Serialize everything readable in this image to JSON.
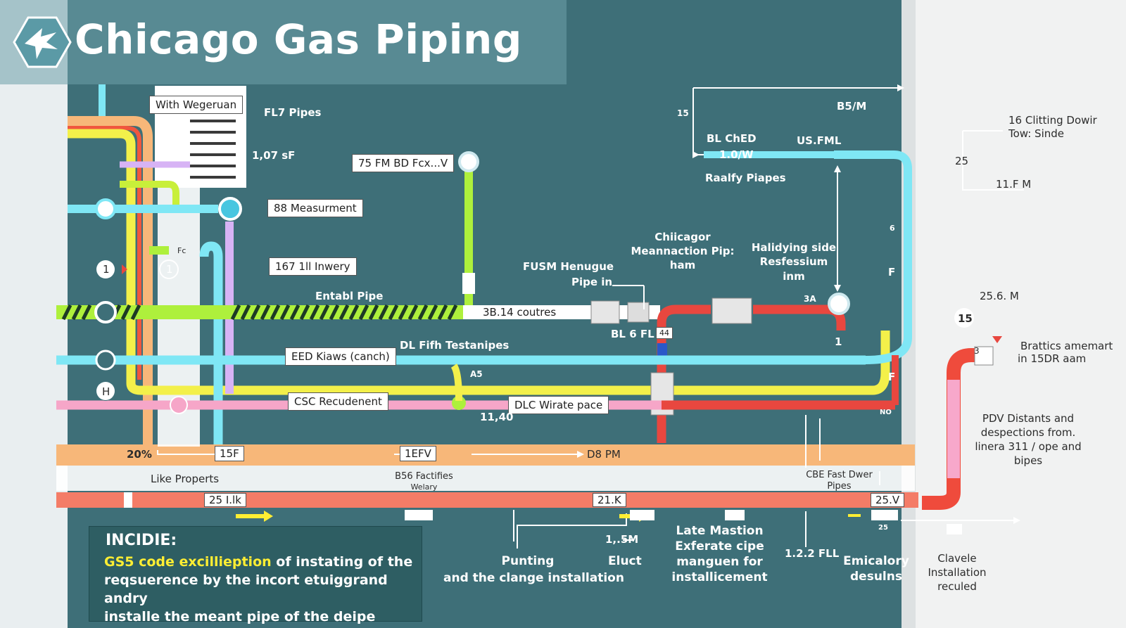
{
  "title": "Chicago Gas Piping",
  "colors": {
    "background": "#3e6f78",
    "cyan_pipe": "#7fe7f5",
    "green_pipe": "#aef03c",
    "yellow_pipe": "#f3f04a",
    "pink_pipe": "#f6a6c8",
    "red_pipe": "#e8473f",
    "orange_pipe": "#f7b779",
    "salmon_pipe": "#f47c67",
    "highlight_text": "#ffee33"
  },
  "labels": {
    "with_wegeruan": "With Wegeruan",
    "fl7_pipes": "FL7 Pipes",
    "size_107": "1,07 sF",
    "fm_bd": "75 FM BD Fcx...V",
    "measurement": "88 Measurment",
    "fc": "Fc",
    "one_a": "1",
    "one_b": "1",
    "h": "H",
    "innery": "167 1ll Inwery",
    "entabl_pipe": "Entabl Pipe",
    "coutres": "3B.14 coutres",
    "fusm": "FUSM Henugue",
    "fusm2": "Pipe in",
    "chiicagor": "Chiicagor",
    "chiicagor2": "Meannaction Pip:",
    "chiicagor3": "ham",
    "halidying": "Halidying side",
    "halidying2": "Resfessium",
    "halidying3": "inm",
    "bl6fl": "BL 6 FL",
    "bl6fl_tag": "44",
    "label_3a": "3A",
    "fifth": "DL Fifh Testanipes",
    "eed": "EED Kiaws (canch)",
    "a5": "A5",
    "csc": "CSC Recudenent",
    "dlc": "DLC Wirate pace",
    "n1140": "11,40",
    "n15": "15",
    "blched": "BL ChED",
    "w10": "1.0/W",
    "usfml": "US.FML",
    "b5m": "B5/M",
    "raalfy": "Raalfy Piapes",
    "clitting": "16 Clitting Dowir",
    "clitting2": "Tow: Sinde",
    "n25": "25",
    "n11fm": "11.F M",
    "f1": "F",
    "f2": "F",
    "n6": "6",
    "three": "3",
    "one_c": "1",
    "no": "NO",
    "n256m": "25.6. M",
    "n15b": "15",
    "brattics": "Brattics amemart",
    "brattics2": "in 15DR aam",
    "pdv": "PDV Distants and",
    "pdv2": "despections from.",
    "pdv3": "linera 311 / ope and",
    "pdv4": "bipes",
    "pct20": "20%",
    "n15f": "15F",
    "n1efv": "1EFV",
    "d8pm": "D8 PM",
    "like": "Like Properts",
    "b56": "B56 Factifies",
    "welary": "Welary",
    "cbe": "CBE Fast Dwer",
    "cbe2": "Pipes",
    "n25lk": "25 I.lk",
    "n21k": "21.K",
    "n25v": "25.V",
    "n25c": "25",
    "punting": "Punting",
    "punting2": "and the clange installation",
    "n15m": "1,.5M",
    "eluct": "Eluct",
    "late": "Late Mastion",
    "late2": "Exferate cipe",
    "late3": "manguen for",
    "late4": "installicement",
    "n122": "1.2.2 FLL",
    "emicalory": "Emicalory",
    "emicalory2": "desulns",
    "clavele": "Clavele",
    "clavele2": "Installation",
    "clavele3": "reculed"
  },
  "callout": {
    "title": "INCIDIE:",
    "highlight": "GS5 code excilliеption",
    "body1": " of instating of the",
    "body2": "reqsuerence by the incort etuiggrand andry",
    "body3": "installe the meant pipe of the deipe collegements."
  }
}
